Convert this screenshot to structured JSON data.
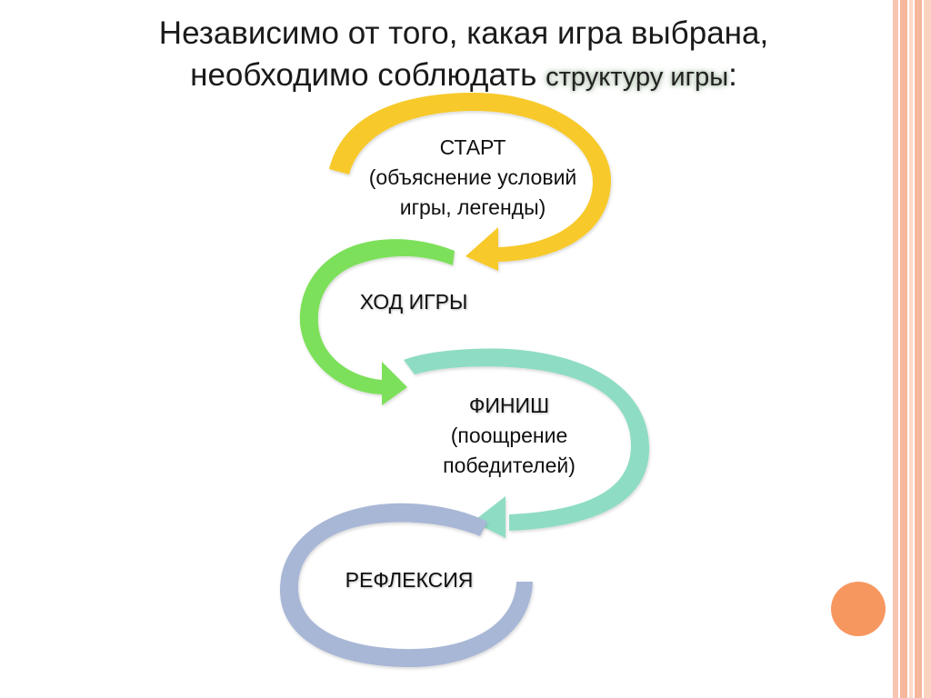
{
  "slide": {
    "title_line1": "Независимо от того, какая игра выбрана,",
    "title_line2_prefix": "необходимо соблюдать ",
    "title_highlight": "структуру игры",
    "title_suffix": ":"
  },
  "steps": [
    {
      "name": "start",
      "title": "СТАРТ",
      "detail_line1": "(объяснение условий",
      "detail_line2": "игры, легенды)",
      "color": "#f7c92c"
    },
    {
      "name": "game-progress",
      "title": "ХОД ИГРЫ",
      "color": "#7de05a"
    },
    {
      "name": "finish",
      "title": "ФИНИШ",
      "detail_line1": "(поощрение",
      "detail_line2": "победителей)",
      "color": "#8edcc4"
    },
    {
      "name": "reflection",
      "title": "РЕФЛЕКСИЯ",
      "color": "#a9b7d6"
    }
  ],
  "theme": {
    "accent_orange": "#f79760",
    "stripe_peach": "#f8c9b4"
  }
}
